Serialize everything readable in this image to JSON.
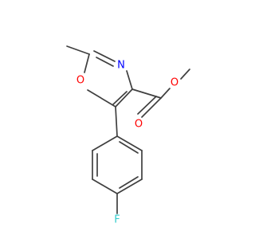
{
  "structure": {
    "atoms": [
      {
        "id": "n_ring",
        "symbol": "N",
        "color": "#0000ff"
      },
      {
        "id": "o_ring",
        "symbol": "O",
        "color": "#ff0000"
      },
      {
        "id": "o_ester_single",
        "symbol": "O",
        "color": "#ff0000"
      },
      {
        "id": "o_carbonyl",
        "symbol": "O",
        "color": "#ff0000"
      },
      {
        "id": "f",
        "symbol": "F",
        "color": "#33cccc"
      }
    ],
    "bond_color": "#3f3f3f"
  }
}
